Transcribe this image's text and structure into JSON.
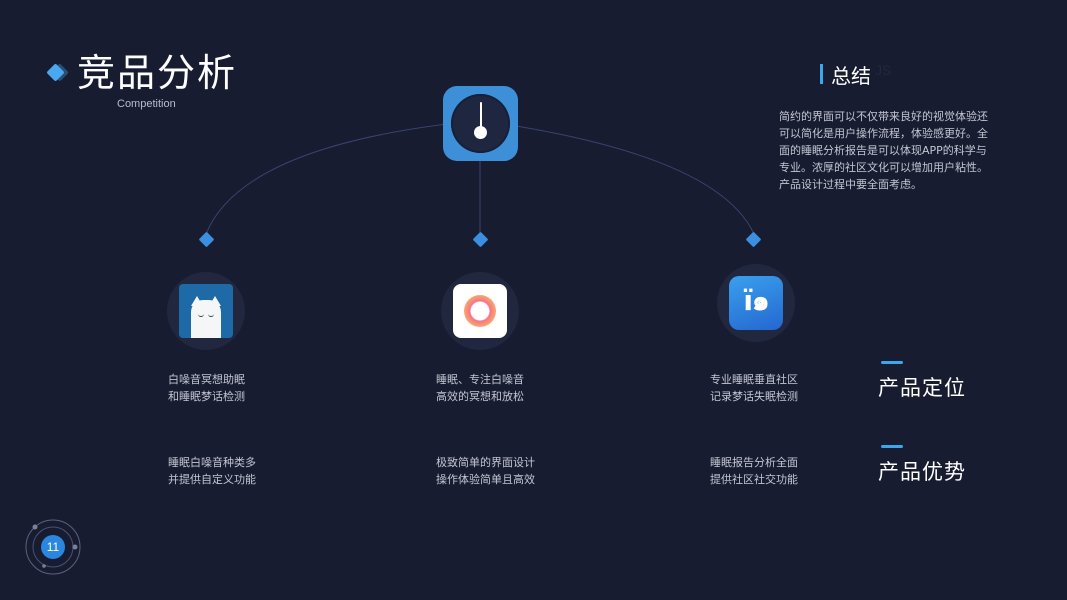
{
  "header": {
    "title": "竞品分析",
    "subtitle": "Competition"
  },
  "summary": {
    "title": "总结",
    "ghost_text": "JS",
    "body": "简约的界面可以不仅带来良好的视觉体验还\n可以简化是用户操作流程，体验感更好。全\n面的睡眠分析报告是可以体现APP的科学与\n专业。浓厚的社区文化可以增加用户粘性。\n产品设计过程中要全面考虑。"
  },
  "main_icon": {
    "name": "clock-app-icon"
  },
  "apps": [
    {
      "icon": "cat-app-icon",
      "positioning": "白噪音冥想助眠\n和睡眠梦话检测",
      "advantage": "睡眠白噪音种类多\n并提供自定义功能"
    },
    {
      "icon": "ring-app-icon",
      "positioning": "睡眠、专注白噪音\n高效的冥想和放松",
      "advantage": "极致简单的界面设计\n操作体验简单且高效"
    },
    {
      "icon": "snail-app-icon",
      "icon_glyph": "ï๑",
      "positioning": "专业睡眠垂直社区\n记录梦话失眠检测",
      "advantage": "睡眠报告分析全面\n提供社区社交功能"
    }
  ],
  "labels": {
    "positioning": "产品定位",
    "advantage": "产品优势"
  },
  "page": {
    "number": "11"
  },
  "colors": {
    "background": "#181c30",
    "accent": "#3c8fe0",
    "text": "#c3c6d2"
  }
}
